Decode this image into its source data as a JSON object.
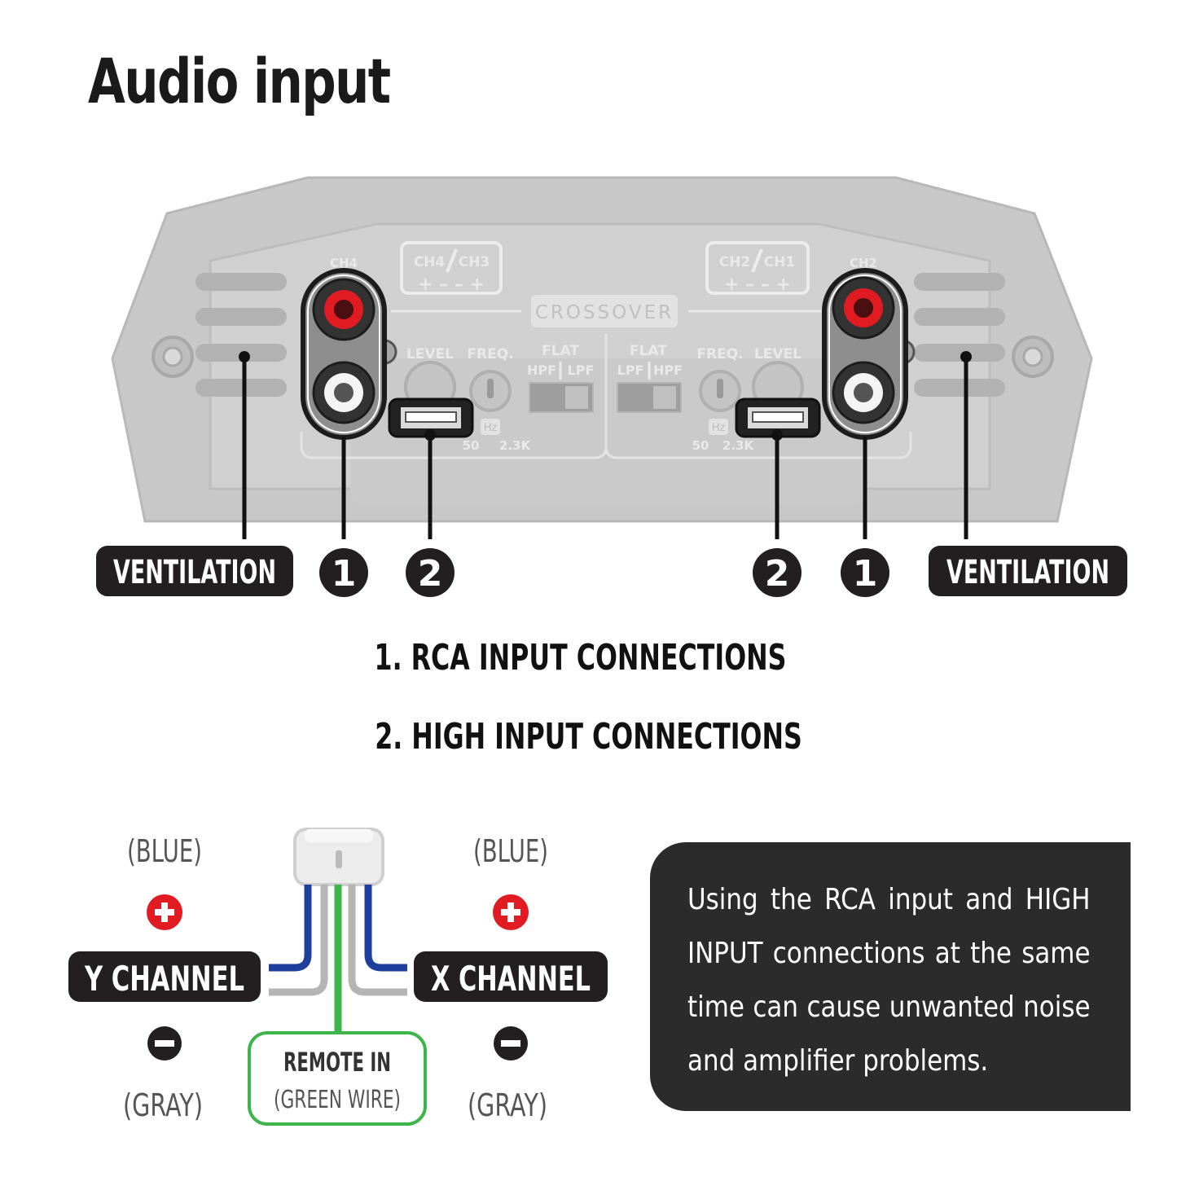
{
  "title": "Audio input",
  "amplifier": {
    "group_left_label": "CH4 / CH3",
    "group_left_a": "CH4",
    "group_left_b": "CH3",
    "group_right_a": "CH2",
    "group_right_b": "CH1",
    "terminal_signs": "+ – – +",
    "crossover_label": "CROSSOVER",
    "level_label": "LEVEL",
    "freq_label": "FREQ.",
    "flat_label": "FLAT",
    "hpf_label": "HPF",
    "lpf_label": "LPF",
    "hz_label": "Hz",
    "freq_min": "50",
    "freq_max": "2.3K",
    "rca_top_label_left": "CH4",
    "rca_top_label_right": "CH2"
  },
  "callouts": {
    "ventilation_left": "VENTILATION",
    "ventilation_right": "VENTILATION",
    "num_rca_left": "1",
    "num_high_left": "2",
    "num_high_right": "2",
    "num_rca_right": "1"
  },
  "legend": {
    "item1": "1. RCA INPUT CONNECTIONS",
    "item2": "2. HIGH INPUT CONNECTIONS"
  },
  "wiring": {
    "left_color_top": "(BLUE)",
    "left_color_bottom": "(GRAY)",
    "right_color_top": "(BLUE)",
    "right_color_bottom": "(GRAY)",
    "y_channel": "Y CHANNEL",
    "x_channel": "X CHANNEL",
    "remote_in": "REMOTE IN",
    "remote_wire": "(GREEN WIRE)",
    "wire_colors": {
      "blue": "#1f3f9c",
      "gray": "#b5b5b5",
      "green": "#3db54a"
    }
  },
  "note": "Using the RCA input and HIGH INPUT connections at the same time can cause unwanted noise and amplifier problems.",
  "colors": {
    "dark": "#231f20",
    "red": "#e11b22",
    "amp_gray": "#c9c9c9"
  }
}
